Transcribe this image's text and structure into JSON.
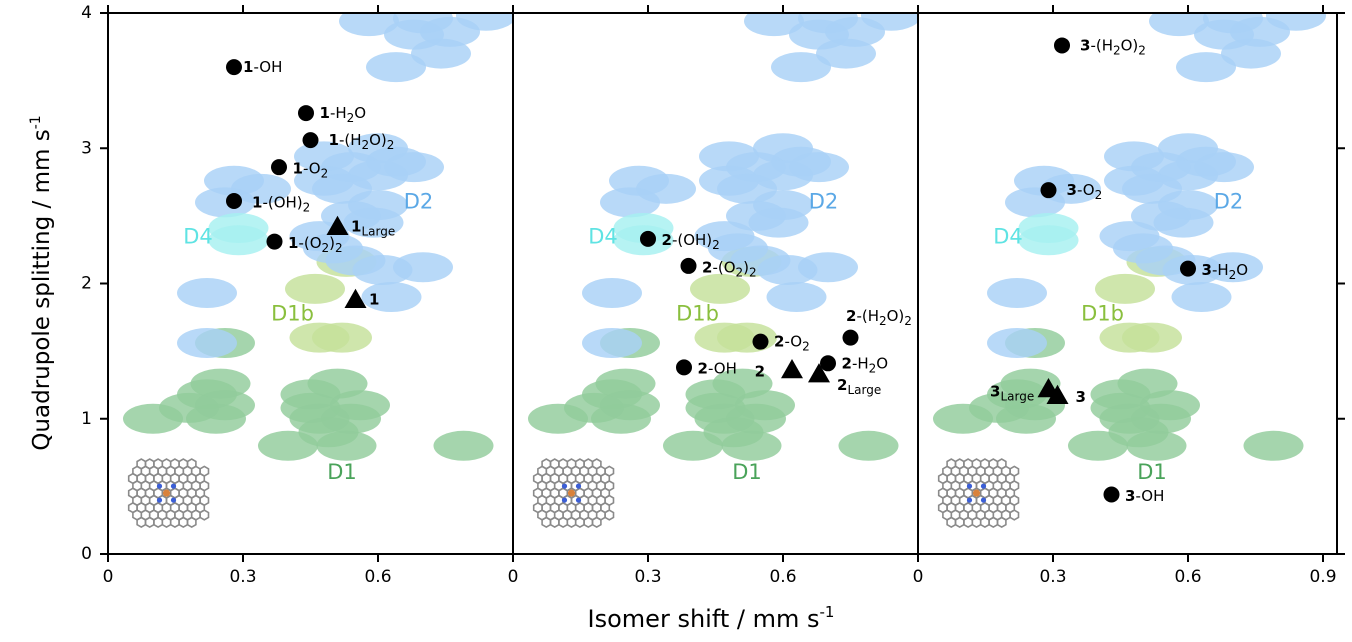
{
  "chart_data": {
    "type": "scatter",
    "xlabel": "Isomer shift / mm s",
    "xlabel_sup": "-1",
    "ylabel": "Quadrupole splitting / mm s",
    "ylabel_sup": "-1",
    "ylim": [
      0,
      4
    ],
    "y_ticks": [
      "0",
      "1",
      "2",
      "3",
      "4"
    ],
    "panels": [
      {
        "xlim": [
          0,
          0.9
        ],
        "x_ticks": [
          "0",
          "0.3",
          "0.6"
        ]
      },
      {
        "xlim": [
          0,
          0.9
        ],
        "x_ticks": [
          "0",
          "0.3",
          "0.6"
        ]
      },
      {
        "xlim": [
          0,
          0.9
        ],
        "x_ticks": [
          "0",
          "0.3",
          "0.6",
          "0.9"
        ]
      }
    ],
    "colors": {
      "D1": "#91cc9b",
      "D1b": "#c5e09a",
      "D2": "#a8d1f6",
      "D4": "#a6f0f0",
      "text_D1": "#4aa35a",
      "text_D1b": "#8abf3e",
      "text_D2": "#5ba8e6",
      "text_D4": "#5fe3e3"
    },
    "regions": {
      "D1": [
        [
          0.25,
          1.26
        ],
        [
          0.22,
          1.18
        ],
        [
          0.18,
          1.08
        ],
        [
          0.26,
          1.1
        ],
        [
          0.1,
          1.0
        ],
        [
          0.24,
          1.0
        ],
        [
          0.45,
          1.18
        ],
        [
          0.51,
          1.26
        ],
        [
          0.45,
          1.08
        ],
        [
          0.56,
          1.1
        ],
        [
          0.47,
          1.0
        ],
        [
          0.54,
          1.0
        ],
        [
          0.49,
          0.9
        ],
        [
          0.4,
          0.8
        ],
        [
          0.53,
          0.8
        ],
        [
          0.79,
          0.8
        ],
        [
          0.26,
          1.56
        ]
      ],
      "D1b": [
        [
          0.46,
          1.96
        ],
        [
          0.53,
          2.16
        ],
        [
          0.47,
          1.6
        ],
        [
          0.52,
          1.6
        ]
      ],
      "D2": [
        [
          0.58,
          3.94
        ],
        [
          0.7,
          3.96
        ],
        [
          0.84,
          3.98
        ],
        [
          0.68,
          3.84
        ],
        [
          0.76,
          3.86
        ],
        [
          0.74,
          3.7
        ],
        [
          0.64,
          3.6
        ],
        [
          0.6,
          3.0
        ],
        [
          0.64,
          2.9
        ],
        [
          0.48,
          2.94
        ],
        [
          0.54,
          2.86
        ],
        [
          0.68,
          2.86
        ],
        [
          0.6,
          2.8
        ],
        [
          0.48,
          2.76
        ],
        [
          0.28,
          2.76
        ],
        [
          0.34,
          2.7
        ],
        [
          0.52,
          2.7
        ],
        [
          0.6,
          2.58
        ],
        [
          0.26,
          2.6
        ],
        [
          0.54,
          2.5
        ],
        [
          0.59,
          2.45
        ],
        [
          0.47,
          2.35
        ],
        [
          0.5,
          2.26
        ],
        [
          0.55,
          2.17
        ],
        [
          0.61,
          2.1
        ],
        [
          0.7,
          2.12
        ],
        [
          0.63,
          1.9
        ],
        [
          0.22,
          1.93
        ],
        [
          0.22,
          1.56
        ]
      ],
      "D4": [
        [
          0.29,
          2.41
        ],
        [
          0.29,
          2.32
        ]
      ]
    },
    "region_labels": [
      {
        "text": "D1",
        "x": 0.52,
        "y": 0.6,
        "color": "text_D1"
      },
      {
        "text": "D1b",
        "x": 0.41,
        "y": 1.77,
        "color": "text_D1b"
      },
      {
        "text": "D2",
        "x": 0.69,
        "y": 2.6,
        "color": "text_D2"
      },
      {
        "text": "D4",
        "x": 0.2,
        "y": 2.34,
        "color": "text_D4"
      }
    ],
    "series": [
      {
        "panel": 0,
        "points": [
          {
            "id": "1-OH",
            "x": 0.28,
            "y": 3.6,
            "marker": "circle",
            "num": "1",
            "parts": [
              [
                "-OH",
                ""
              ]
            ],
            "lx": 0.3,
            "ly": 3.6
          },
          {
            "id": "1-H2O",
            "x": 0.44,
            "y": 3.26,
            "marker": "circle",
            "num": "1",
            "parts": [
              [
                "-H",
                ""
              ],
              [
                "2",
                "sub"
              ],
              [
                "O",
                ""
              ]
            ],
            "lx": 0.47,
            "ly": 3.26
          },
          {
            "id": "1-(H2O)2",
            "x": 0.45,
            "y": 3.06,
            "marker": "circle",
            "num": "1",
            "parts": [
              [
                "-(H",
                ""
              ],
              [
                "2",
                "sub"
              ],
              [
                "O)",
                ""
              ],
              [
                "2",
                "sub"
              ]
            ],
            "lx": 0.49,
            "ly": 3.06
          },
          {
            "id": "1-O2",
            "x": 0.38,
            "y": 2.86,
            "marker": "circle",
            "num": "1",
            "parts": [
              [
                "-O",
                ""
              ],
              [
                "2",
                "sub"
              ]
            ],
            "lx": 0.41,
            "ly": 2.85
          },
          {
            "id": "1-(OH)2",
            "x": 0.28,
            "y": 2.61,
            "marker": "circle",
            "num": "1",
            "parts": [
              [
                "-(OH)",
                ""
              ],
              [
                "2",
                "sub"
              ]
            ],
            "lx": 0.32,
            "ly": 2.6
          },
          {
            "id": "1-(O2)2",
            "x": 0.37,
            "y": 2.31,
            "marker": "circle",
            "num": "1",
            "parts": [
              [
                "-(O",
                ""
              ],
              [
                "2",
                "sub"
              ],
              [
                ")",
                ""
              ],
              [
                "2",
                "sub"
              ]
            ],
            "lx": 0.4,
            "ly": 2.3
          },
          {
            "id": "1Large",
            "x": 0.51,
            "y": 2.42,
            "marker": "triangle",
            "num": "1",
            "parts": [
              [
                "Large",
                "sub"
              ]
            ],
            "lx": 0.54,
            "ly": 2.42
          },
          {
            "id": "1",
            "x": 0.55,
            "y": 1.88,
            "marker": "triangle",
            "num": "1",
            "parts": [],
            "lx": 0.58,
            "ly": 1.88
          }
        ]
      },
      {
        "panel": 1,
        "points": [
          {
            "id": "2-(OH)2",
            "x": 0.3,
            "y": 2.33,
            "marker": "circle",
            "num": "2",
            "parts": [
              [
                "-(OH)",
                ""
              ],
              [
                "2",
                "sub"
              ]
            ],
            "lx": 0.33,
            "ly": 2.32
          },
          {
            "id": "2-(O2)2",
            "x": 0.39,
            "y": 2.13,
            "marker": "circle",
            "num": "2",
            "parts": [
              [
                "-(O",
                ""
              ],
              [
                "2",
                "sub"
              ],
              [
                ")",
                ""
              ],
              [
                "2",
                "sub"
              ]
            ],
            "lx": 0.42,
            "ly": 2.12
          },
          {
            "id": "2-(H2O)2",
            "x": 0.75,
            "y": 1.6,
            "marker": "circle",
            "num": "2",
            "parts": [
              [
                "-(H",
                ""
              ],
              [
                "2",
                "sub"
              ],
              [
                "O)",
                ""
              ],
              [
                "2",
                "sub"
              ]
            ],
            "lx": 0.74,
            "ly": 1.76
          },
          {
            "id": "2-O2",
            "x": 0.55,
            "y": 1.57,
            "marker": "circle",
            "num": "2",
            "parts": [
              [
                "-O",
                ""
              ],
              [
                "2",
                "sub"
              ]
            ],
            "lx": 0.58,
            "ly": 1.57
          },
          {
            "id": "2-H2O",
            "x": 0.7,
            "y": 1.41,
            "marker": "circle",
            "num": "2",
            "parts": [
              [
                "-H",
                ""
              ],
              [
                "2",
                "sub"
              ],
              [
                "O",
                ""
              ]
            ],
            "lx": 0.73,
            "ly": 1.41
          },
          {
            "id": "2-OH",
            "x": 0.38,
            "y": 1.38,
            "marker": "circle",
            "num": "2",
            "parts": [
              [
                "-OH",
                ""
              ]
            ],
            "lx": 0.41,
            "ly": 1.37
          },
          {
            "id": "2",
            "x": 0.62,
            "y": 1.36,
            "marker": "triangle",
            "num": "2",
            "parts": [],
            "lx": 0.56,
            "ly": 1.35,
            "anchor": "end"
          },
          {
            "id": "2Large",
            "x": 0.68,
            "y": 1.33,
            "marker": "triangle",
            "num": "2",
            "parts": [
              [
                "Large",
                "sub"
              ]
            ],
            "lx": 0.72,
            "ly": 1.25
          }
        ]
      },
      {
        "panel": 2,
        "points": [
          {
            "id": "3-(H2O)2",
            "x": 0.32,
            "y": 3.76,
            "marker": "circle",
            "num": "3",
            "parts": [
              [
                "-(H",
                ""
              ],
              [
                "2",
                "sub"
              ],
              [
                "O)",
                ""
              ],
              [
                "2",
                "sub"
              ]
            ],
            "lx": 0.36,
            "ly": 3.76
          },
          {
            "id": "3-O2",
            "x": 0.29,
            "y": 2.69,
            "marker": "circle",
            "num": "3",
            "parts": [
              [
                "-O",
                ""
              ],
              [
                "2",
                "sub"
              ]
            ],
            "lx": 0.33,
            "ly": 2.69
          },
          {
            "id": "3-H2O",
            "x": 0.6,
            "y": 2.11,
            "marker": "circle",
            "num": "3",
            "parts": [
              [
                "-H",
                ""
              ],
              [
                "2",
                "sub"
              ],
              [
                "O",
                ""
              ]
            ],
            "lx": 0.63,
            "ly": 2.1
          },
          {
            "id": "3Large",
            "x": 0.29,
            "y": 1.22,
            "marker": "triangle",
            "num": "3",
            "parts": [
              [
                "Large",
                "sub"
              ]
            ],
            "lx": 0.16,
            "ly": 1.2
          },
          {
            "id": "3",
            "x": 0.31,
            "y": 1.17,
            "marker": "triangle",
            "num": "3",
            "parts": [],
            "lx": 0.35,
            "ly": 1.16
          },
          {
            "id": "3-OH",
            "x": 0.43,
            "y": 0.44,
            "marker": "circle",
            "num": "3",
            "parts": [
              [
                "-OH",
                ""
              ]
            ],
            "lx": 0.46,
            "ly": 0.43
          }
        ]
      }
    ]
  }
}
